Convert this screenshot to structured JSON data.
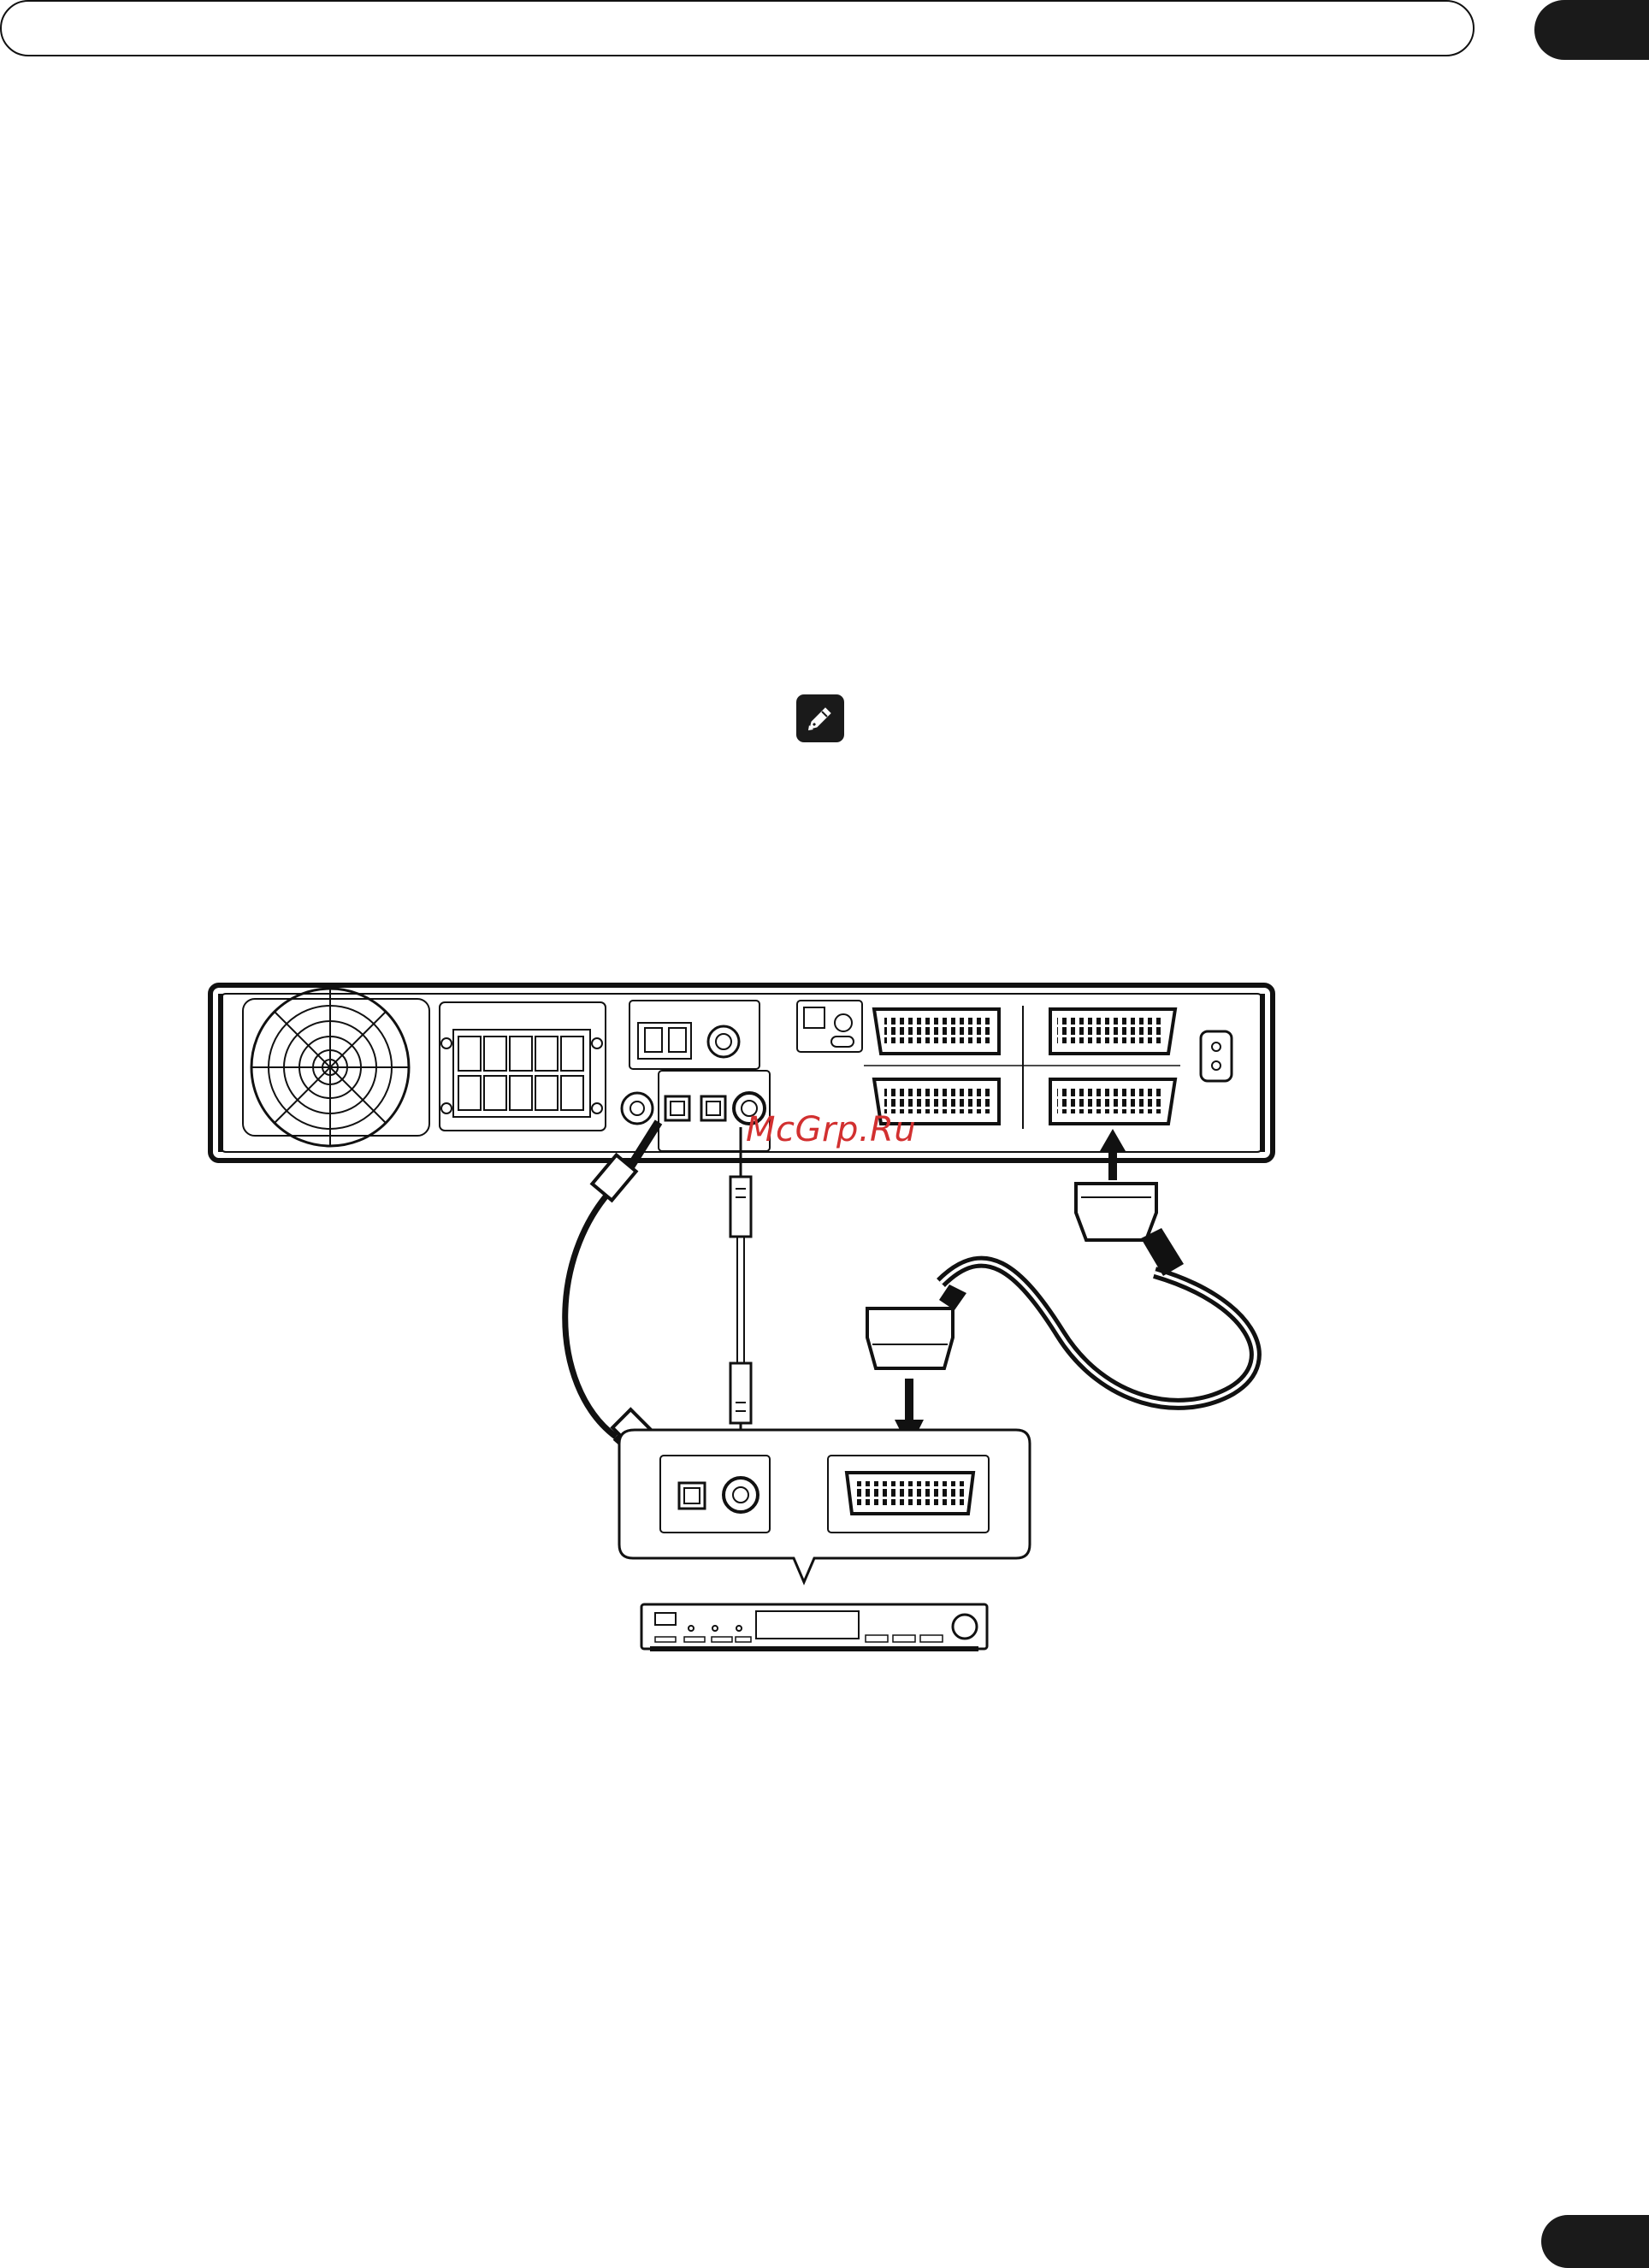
{
  "header": {
    "chapter_tab": "",
    "page_tab": ""
  },
  "note": {
    "icon": "pencil-icon"
  },
  "watermark": {
    "text": "McGrp.Ru"
  },
  "colors": {
    "ink": "#111111",
    "watermark": "#d23030",
    "tab": "#1a1a1a"
  },
  "diagram": {
    "components": [
      "rear-panel",
      "optical-cable",
      "coaxial-cable",
      "scart-cable",
      "external-receiver"
    ]
  }
}
